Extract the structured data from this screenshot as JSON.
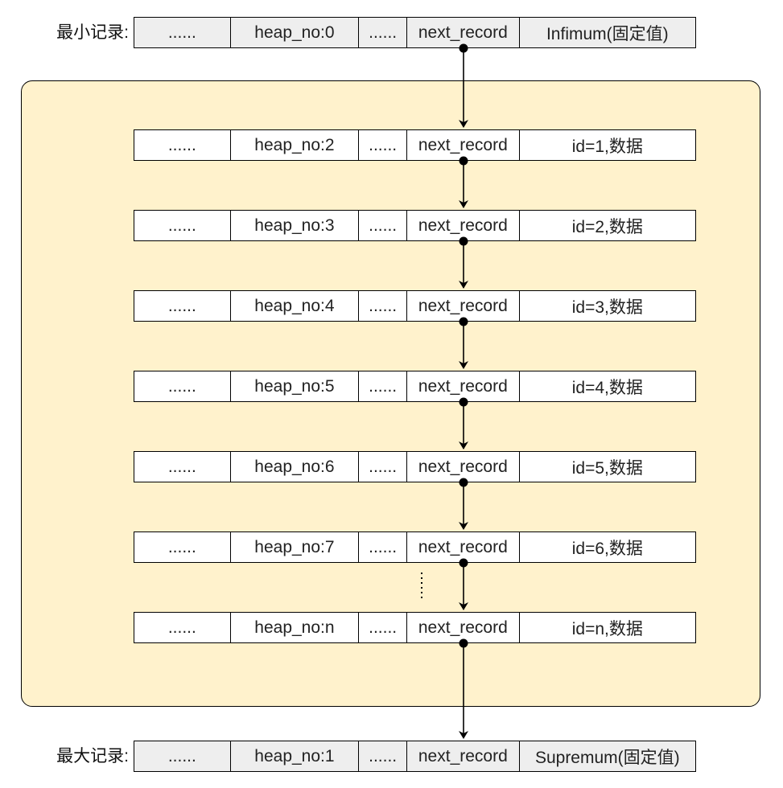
{
  "labels": {
    "min_record": "最小记录:",
    "max_record": "最大记录:"
  },
  "infimum": {
    "col1": "......",
    "col2": "heap_no:0",
    "col3": "......",
    "col4": "next_record",
    "col5": "Infimum(固定值)"
  },
  "records": [
    {
      "col1": "......",
      "col2": "heap_no:2",
      "col3": "......",
      "col4": "next_record",
      "col5": "id=1,数据"
    },
    {
      "col1": "......",
      "col2": "heap_no:3",
      "col3": "......",
      "col4": "next_record",
      "col5": "id=2,数据"
    },
    {
      "col1": "......",
      "col2": "heap_no:4",
      "col3": "......",
      "col4": "next_record",
      "col5": "id=3,数据"
    },
    {
      "col1": "......",
      "col2": "heap_no:5",
      "col3": "......",
      "col4": "next_record",
      "col5": "id=4,数据"
    },
    {
      "col1": "......",
      "col2": "heap_no:6",
      "col3": "......",
      "col4": "next_record",
      "col5": "id=5,数据"
    },
    {
      "col1": "......",
      "col2": "heap_no:7",
      "col3": "......",
      "col4": "next_record",
      "col5": "id=6,数据"
    },
    {
      "col1": "......",
      "col2": "heap_no:n",
      "col3": "......",
      "col4": "next_record",
      "col5": "id=n,数据"
    }
  ],
  "supremum": {
    "col1": "......",
    "col2": "heap_no:1",
    "col3": "......",
    "col4": "next_record",
    "col5": "Supremum(固定值)"
  },
  "colors": {
    "region_fill": "#fff2cc",
    "fixed_row_fill": "#eeeeee",
    "line": "#000000"
  }
}
